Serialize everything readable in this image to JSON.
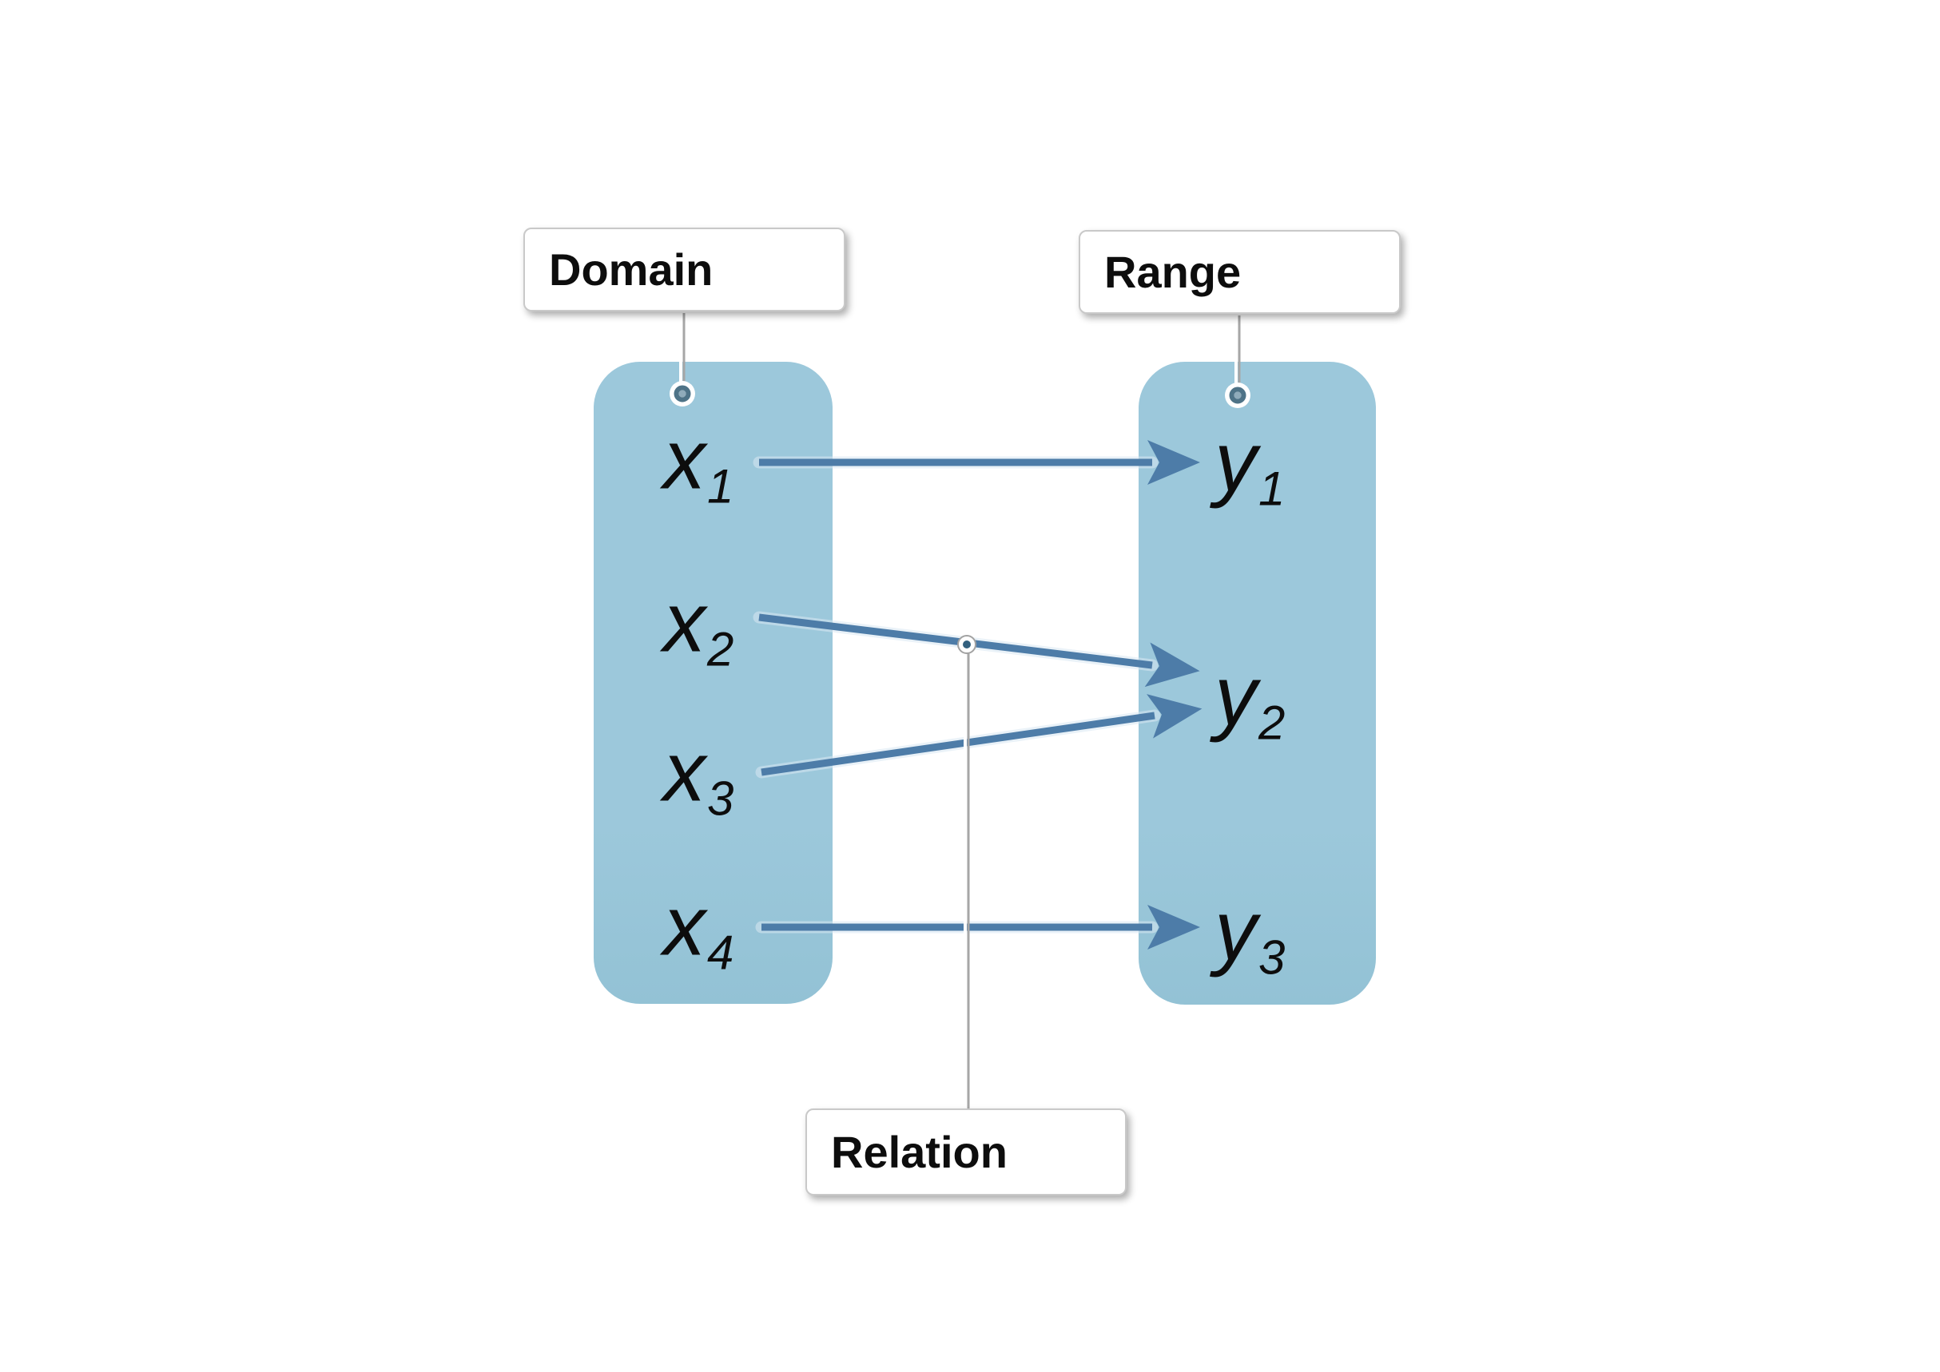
{
  "boxes": {
    "domain": {
      "label": "Domain"
    },
    "range": {
      "label": "Range"
    },
    "relation": {
      "label": "Relation"
    }
  },
  "domain_set": {
    "items": [
      {
        "base": "x",
        "sub": "1"
      },
      {
        "base": "x",
        "sub": "2"
      },
      {
        "base": "x",
        "sub": "3"
      },
      {
        "base": "x",
        "sub": "4"
      }
    ]
  },
  "range_set": {
    "items": [
      {
        "base": "y",
        "sub": "1"
      },
      {
        "base": "y",
        "sub": "2"
      },
      {
        "base": "y",
        "sub": "3"
      }
    ]
  },
  "mappings": [
    {
      "from": "x1",
      "to": "y1"
    },
    {
      "from": "x2",
      "to": "y2"
    },
    {
      "from": "x3",
      "to": "y2"
    },
    {
      "from": "x4",
      "to": "y3"
    }
  ],
  "colors": {
    "column_fill": "#9cc8db",
    "arrow": "#4d7ca8",
    "box_border": "#c9c9c9",
    "connector": "#a6a6a6",
    "anchor_ring": "#4e7387",
    "anchor_center": "#8fabba",
    "text": "#0d0d0d"
  }
}
